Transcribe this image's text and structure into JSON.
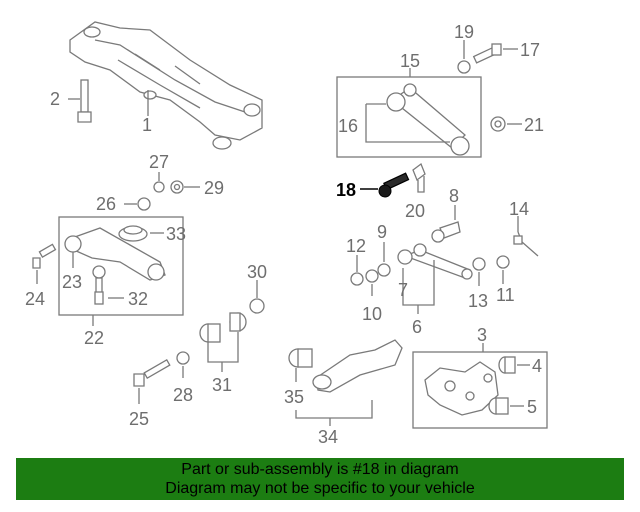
{
  "diagram": {
    "callouts": {
      "c1": "1",
      "c2": "2",
      "c3": "3",
      "c4": "4",
      "c5": "5",
      "c6": "6",
      "c7": "7",
      "c8": "8",
      "c9": "9",
      "c10": "10",
      "c11": "11",
      "c12": "12",
      "c13": "13",
      "c14": "14",
      "c15": "15",
      "c16": "16",
      "c17": "17",
      "c18": "18",
      "c19": "19",
      "c20": "20",
      "c21": "21",
      "c22": "22",
      "c23": "23",
      "c24": "24",
      "c25": "25",
      "c26": "26",
      "c27": "27",
      "c28": "28",
      "c29": "29",
      "c30": "30",
      "c31": "31",
      "c32": "32",
      "c33": "33",
      "c34": "34",
      "c35": "35"
    },
    "highlighted_part": "18"
  },
  "banner": {
    "line1": "Part or sub-assembly is #18 in diagram",
    "line2": "Diagram may not be specific to your vehicle",
    "background_color": "#1c7d12"
  }
}
